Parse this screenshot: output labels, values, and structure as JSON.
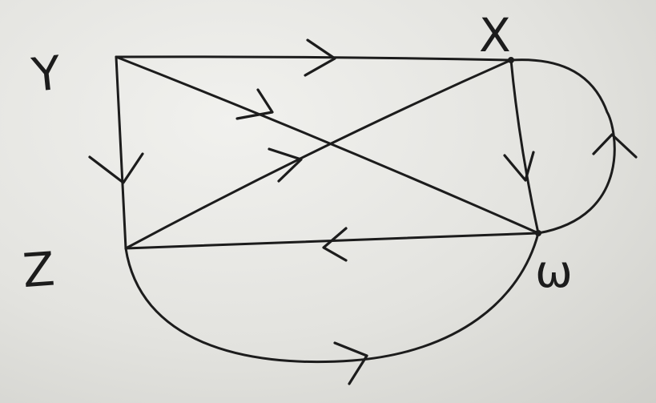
{
  "diagram": {
    "type": "directed-graph",
    "nodes": [
      {
        "id": "Y",
        "label": "Y"
      },
      {
        "id": "X",
        "label": "X"
      },
      {
        "id": "Z",
        "label": "Z"
      },
      {
        "id": "W",
        "label": "ω"
      }
    ],
    "edges": [
      {
        "id": "Y-X",
        "from": "Y",
        "to": "X",
        "shape": "straight"
      },
      {
        "id": "Y-W",
        "from": "Y",
        "to": "W",
        "shape": "straight"
      },
      {
        "id": "Y-Z",
        "from": "Y",
        "to": "Z",
        "shape": "straight"
      },
      {
        "id": "Z-X",
        "from": "Z",
        "to": "X",
        "shape": "straight"
      },
      {
        "id": "X-W",
        "from": "X",
        "to": "W",
        "shape": "straight"
      },
      {
        "id": "W-Z",
        "from": "W",
        "to": "Z",
        "shape": "straight"
      },
      {
        "id": "W-X-curve",
        "from": "W",
        "to": "X",
        "shape": "curved"
      },
      {
        "id": "Z-W-curve",
        "from": "Z",
        "to": "W",
        "shape": "curved"
      }
    ],
    "stroke_color": "#1c1c1c",
    "paper_color": "#e6e6e2"
  }
}
